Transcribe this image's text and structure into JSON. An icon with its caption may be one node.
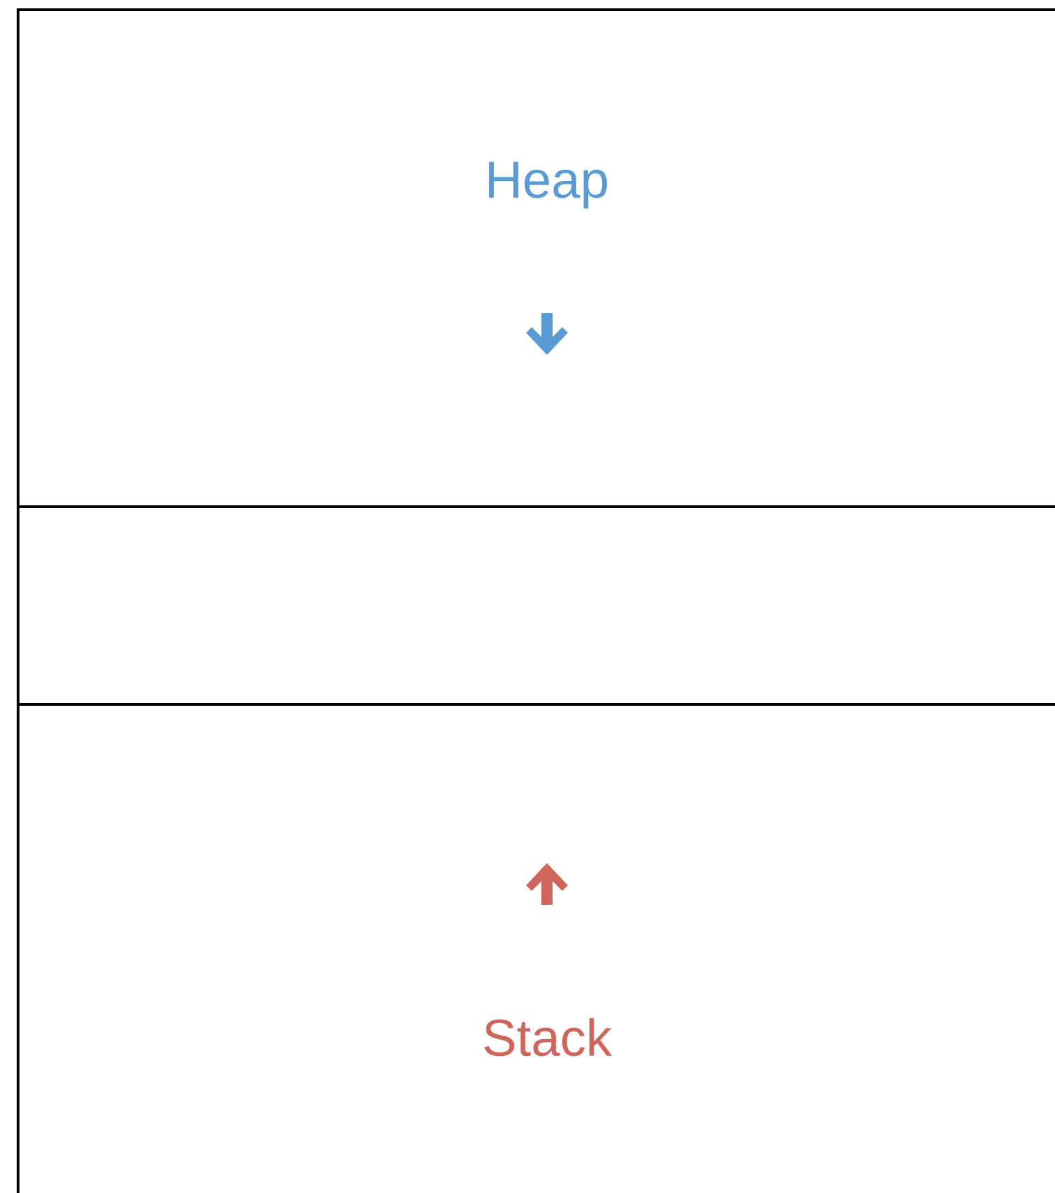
{
  "diagram": {
    "nodes": [
      {
        "text": [
          "Heap"
        ]
      },
      {
        "text": [],
        "shape": "box"
      },
      {
        "text": [
          "Stack"
        ]
      }
    ]
  }
}
